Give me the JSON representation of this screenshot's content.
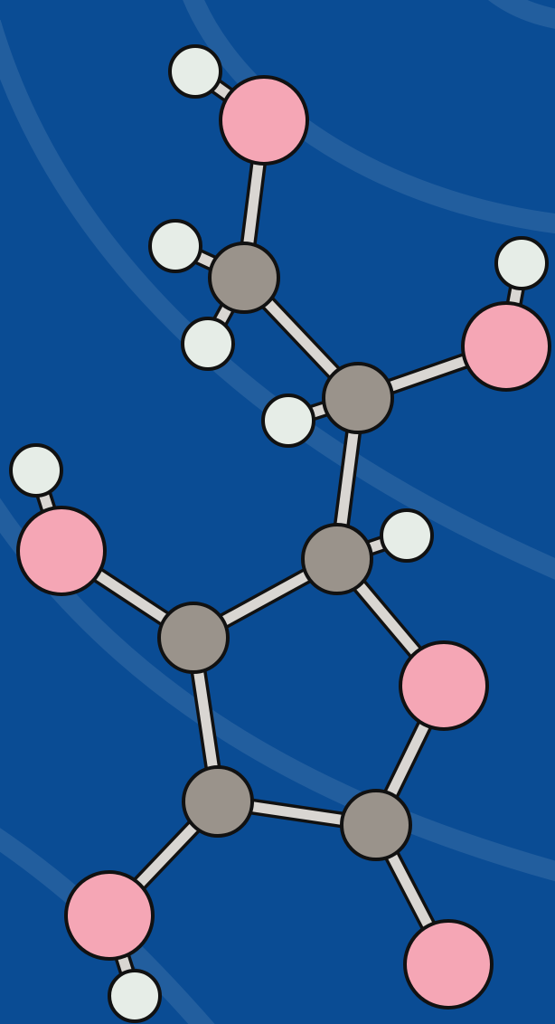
{
  "molecule": {
    "colors": {
      "background": "#0a4c94",
      "carbon": "#9a938b",
      "oxygen": "#f5a6b5",
      "hydrogen": "#e6ede7",
      "bond": "#d9d6d2",
      "outline": "#111111"
    },
    "atoms": [
      {
        "id": "O1",
        "element": "O"
      },
      {
        "id": "H1",
        "element": "H"
      },
      {
        "id": "C1",
        "element": "C"
      },
      {
        "id": "H2",
        "element": "H"
      },
      {
        "id": "H3",
        "element": "H"
      },
      {
        "id": "C2",
        "element": "C"
      },
      {
        "id": "H4",
        "element": "H"
      },
      {
        "id": "O2",
        "element": "O"
      },
      {
        "id": "H5",
        "element": "H"
      },
      {
        "id": "C3",
        "element": "C"
      },
      {
        "id": "H6",
        "element": "H"
      },
      {
        "id": "O3",
        "element": "O"
      },
      {
        "id": "H7",
        "element": "H"
      },
      {
        "id": "C4",
        "element": "C"
      },
      {
        "id": "O4",
        "element": "O"
      },
      {
        "id": "C5",
        "element": "C"
      },
      {
        "id": "C6",
        "element": "C"
      },
      {
        "id": "O5",
        "element": "O"
      },
      {
        "id": "H8",
        "element": "H"
      },
      {
        "id": "O6",
        "element": "O"
      }
    ],
    "bonds": [
      [
        "H1",
        "O1"
      ],
      [
        "O1",
        "C1"
      ],
      [
        "C1",
        "H2"
      ],
      [
        "C1",
        "H3"
      ],
      [
        "C1",
        "C2"
      ],
      [
        "C2",
        "H4"
      ],
      [
        "C2",
        "O2"
      ],
      [
        "O2",
        "H5"
      ],
      [
        "C2",
        "C3"
      ],
      [
        "C3",
        "H6"
      ],
      [
        "C3",
        "C4"
      ],
      [
        "C3",
        "O4"
      ],
      [
        "C4",
        "O3"
      ],
      [
        "O3",
        "H7"
      ],
      [
        "C4",
        "C5"
      ],
      [
        "C5",
        "C6"
      ],
      [
        "C6",
        "O4"
      ],
      [
        "C5",
        "O5"
      ],
      [
        "O5",
        "H8"
      ],
      [
        "C6",
        "O6"
      ]
    ]
  }
}
